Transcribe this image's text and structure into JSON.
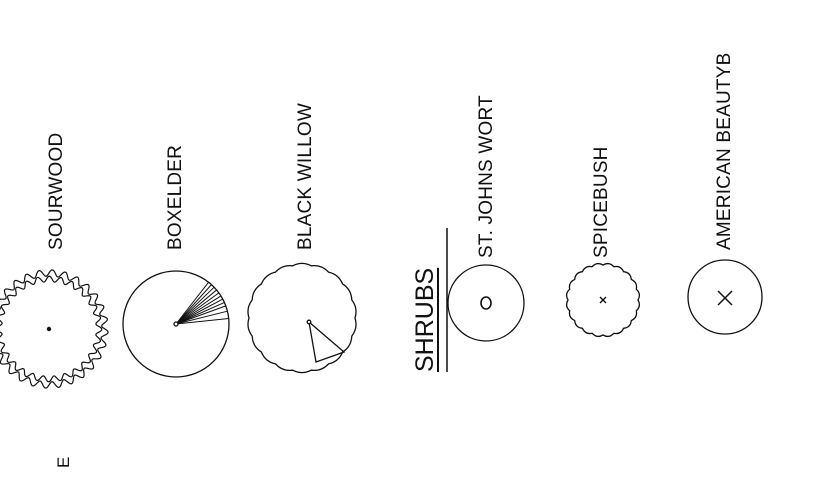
{
  "legend": {
    "left_fragment": "E",
    "trees": [
      {
        "label": "SOURWOOD",
        "symbol": "wavy-circle-dot-icon"
      },
      {
        "label": "BOXELDER",
        "symbol": "circle-fan-icon"
      },
      {
        "label": "BLACK WILLOW",
        "symbol": "scalloped-circle-triangle-icon"
      }
    ],
    "shrubs_heading": "SHRUBS",
    "shrubs": [
      {
        "label": "ST. JOHNS WORT",
        "symbol": "circle-small-circle-icon"
      },
      {
        "label": "SPICEBUSH",
        "symbol": "scalloped-circle-x-icon"
      },
      {
        "label": "AMERICAN BEAUTYB",
        "symbol": "circle-x-icon"
      }
    ],
    "line_color": "#111111"
  }
}
